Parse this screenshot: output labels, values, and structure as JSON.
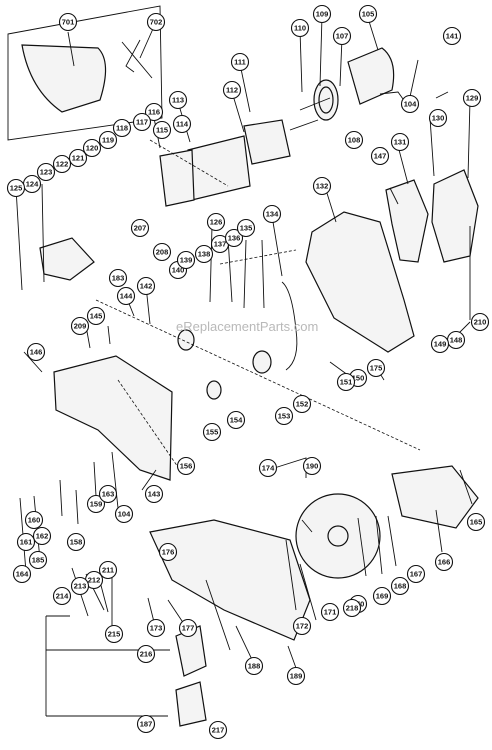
{
  "watermark": "eReplacementParts.com",
  "callouts": [
    "701",
    "702",
    "110",
    "109",
    "105",
    "107",
    "141",
    "111",
    "112",
    "104",
    "108",
    "113",
    "116",
    "117",
    "115",
    "114",
    "118",
    "119",
    "120",
    "121",
    "122",
    "123",
    "124",
    "125",
    "129",
    "130",
    "131",
    "147",
    "132",
    "134",
    "126",
    "207",
    "208",
    "209",
    "183",
    "140",
    "139",
    "138",
    "137",
    "136",
    "135",
    "142",
    "144",
    "145",
    "146",
    "143",
    "148",
    "149",
    "150",
    "151",
    "152",
    "153",
    "154",
    "155",
    "156",
    "175",
    "210",
    "159",
    "160",
    "161",
    "162",
    "163",
    "104",
    "158",
    "164",
    "185",
    "174",
    "190",
    "165",
    "166",
    "167",
    "168",
    "169",
    "170",
    "171",
    "172",
    "173",
    "177",
    "176",
    "211",
    "212",
    "213",
    "214",
    "215",
    "216",
    "187",
    "188",
    "189",
    "218",
    "217"
  ]
}
